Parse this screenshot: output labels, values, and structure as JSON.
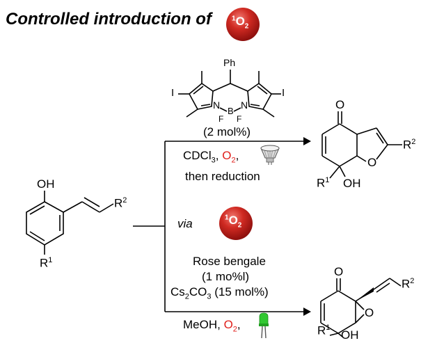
{
  "header": {
    "title": "Controlled introduction of",
    "badge_sup": "1",
    "badge_main": "O",
    "badge_sub": "2"
  },
  "colors": {
    "badge_red": "#c8201c",
    "oxygen_red": "#e0201c",
    "led_green": "#32c832"
  },
  "catalyst_top": {
    "ph_label": "Ph",
    "iodo_left": "I",
    "iodo_right": "I",
    "n_left": "N",
    "n_right": "N",
    "boron": "B",
    "fluoro_left": "F",
    "fluoro_right": "F",
    "loading": "(2 mol%)"
  },
  "conditions_top": {
    "solvent_main": "CDCl",
    "solvent_sub": "3",
    "comma1": ",",
    "o2_main": "O",
    "o2_sub": "2",
    "comma2": ",",
    "lamp_icon": "lamp-icon",
    "line2": "then reduction"
  },
  "middle": {
    "via_label": "via",
    "badge_sup": "1",
    "badge_main": "O",
    "badge_sub": "2"
  },
  "conditions_bottom": {
    "catalyst": "Rose bengale",
    "catalyst_loading": "(1 mo%l)",
    "base_cs": "Cs",
    "base_sub1": "2",
    "base_co": "CO",
    "base_sub2": "3",
    "base_loading": " (15 mol%)",
    "solvent": "MeOH, ",
    "o2_main": "O",
    "o2_sub": "2",
    "comma": ",",
    "led_icon": "green-led-icon"
  },
  "substrate": {
    "oh_label": "OH",
    "r1_main": "R",
    "r1_sup": "1",
    "r2_main": "R",
    "r2_sup": "2"
  },
  "product_top": {
    "o_carbonyl": "O",
    "o_ring": "O",
    "r2_main": "R",
    "r2_sup": "2",
    "r1_main": "R",
    "r1_sup": "1",
    "oh_label": "OH"
  },
  "product_bottom": {
    "o_carbonyl": "O",
    "o_epoxide": "O",
    "r2_main": "R",
    "r2_sup": "2",
    "r1_main": "R",
    "r1_sup": "1",
    "oh_label": "OH"
  }
}
